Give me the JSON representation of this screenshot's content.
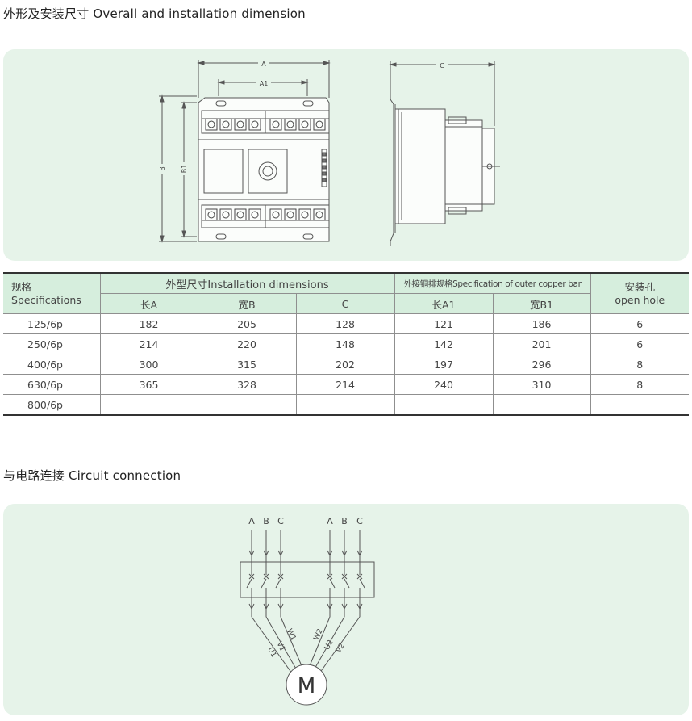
{
  "section1": {
    "title": "外形及安装尺寸  Overall and installation dimension"
  },
  "drawing": {
    "front_labels": {
      "A": "A",
      "A1": "A1",
      "B": "B",
      "B1": "B1"
    },
    "side_labels": {
      "C": "C"
    }
  },
  "table": {
    "spec_header_cn": "规格",
    "spec_header_en": "Specifications",
    "install_header": "外型尺寸Installation dimensions",
    "copper_header": "外接铜排规格Specification of outer copper bar",
    "hole_header_cn": "安装孔",
    "hole_header_en": "open hole",
    "sub_headers": [
      "长A",
      "宽B",
      "C",
      "长A1",
      "宽B1"
    ],
    "rows": [
      {
        "spec": "125/6p",
        "a": "182",
        "b": "205",
        "c": "128",
        "a1": "121",
        "b1": "186",
        "hole": "6"
      },
      {
        "spec": "250/6p",
        "a": "214",
        "b": "220",
        "c": "148",
        "a1": "142",
        "b1": "201",
        "hole": "6"
      },
      {
        "spec": "400/6p",
        "a": "300",
        "b": "315",
        "c": "202",
        "a1": "197",
        "b1": "296",
        "hole": "8"
      },
      {
        "spec": "630/6p",
        "a": "365",
        "b": "328",
        "c": "214",
        "a1": "240",
        "b1": "310",
        "hole": "8"
      },
      {
        "spec": "800/6p",
        "a": "",
        "b": "",
        "c": "",
        "a1": "",
        "b1": "",
        "hole": ""
      }
    ]
  },
  "section2": {
    "title": "与电路连接  Circuit connection"
  },
  "circuit": {
    "phase_labels": [
      "A",
      "B",
      "C",
      "A",
      "B",
      "C"
    ],
    "terminal_labels": [
      "U1",
      "V1",
      "W1",
      "W2",
      "U2",
      "V2"
    ],
    "motor_label": "M"
  }
}
